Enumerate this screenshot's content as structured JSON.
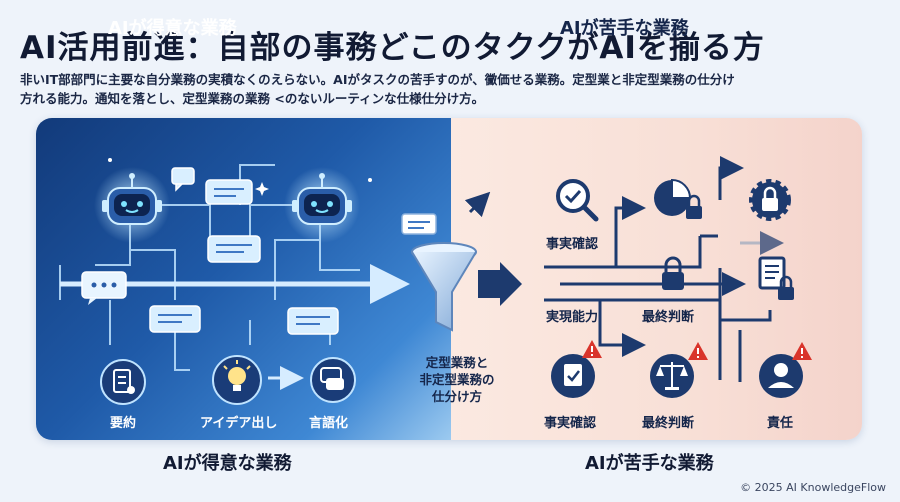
{
  "title": "AI活用前進：自部の事務どこのタククがAIを揃る方",
  "subtitle_line1": "非いIT部部門に主要な自分業務の実積なくのえらない。AIがタスクの苦手すのが、黴価せる業務。定型業と非定型業務の仕分け",
  "subtitle_line2": "方れる能力。通知を落とし、定型業務の業務 <のないルーティンな仕様仕分け方。",
  "left_panel": {
    "heading": "AIが得意な業務",
    "tasks": [
      {
        "label": "要約",
        "icon": "document-icon"
      },
      {
        "label": "アイデア出し",
        "icon": "lightbulb-icon"
      },
      {
        "label": "言語化",
        "icon": "speech-bubble-icon"
      }
    ]
  },
  "right_panel": {
    "heading": "AIが苦手な業務",
    "labels": {
      "fact_check_top": "事実確認",
      "execution_ability": "実現能力",
      "final_judgment_mid": "最終判断",
      "fact_check_bottom": "事実確認",
      "final_judgment_bottom": "最終判断",
      "responsibility": "責任"
    }
  },
  "center_caption": [
    "定型業務と",
    "非定型業務の",
    "仕分け方"
  ],
  "bottom_labels": {
    "left": "AIが得意な業務",
    "right": "AIが苦手な業務"
  },
  "copyright": "© 2025 AI KnowledgeFlow",
  "colors": {
    "left_panel_dark": "#123a7a",
    "left_panel_light": "#9ccaf0",
    "right_panel": "#f8dfd6",
    "accent_navy": "#1d3a6e",
    "warning_red": "#d9342b"
  }
}
